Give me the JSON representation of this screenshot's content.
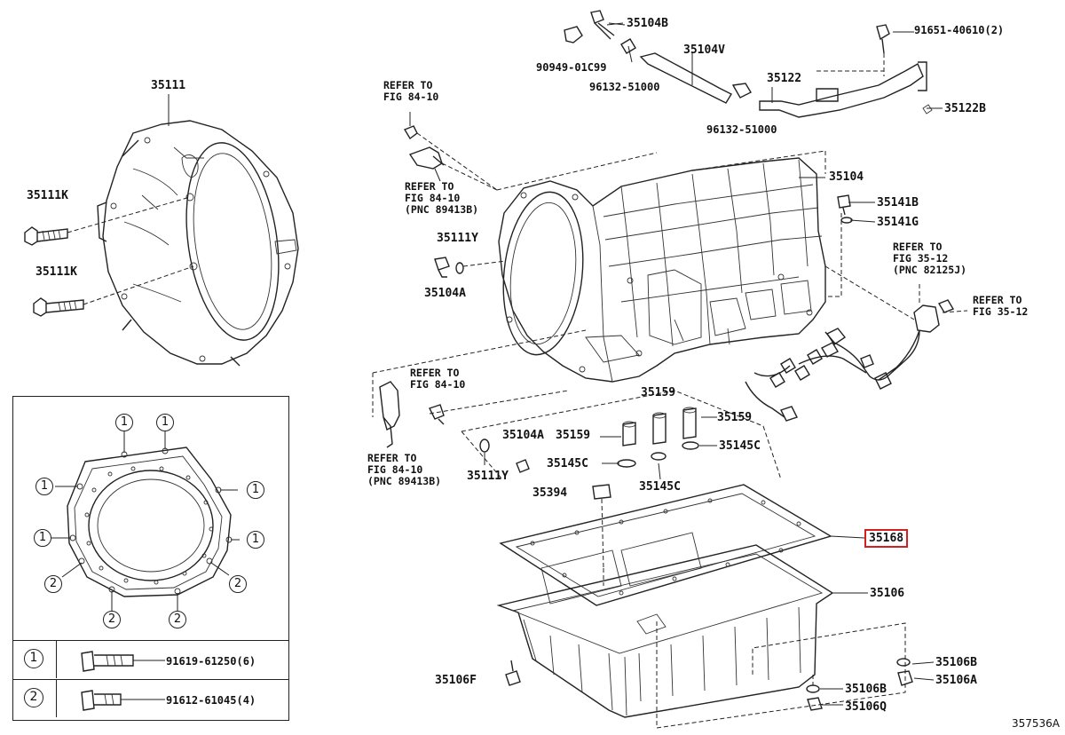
{
  "labels": {
    "p35111": "35111",
    "p35111k_a": "35111K",
    "p35111k_b": "35111K",
    "p35104b": "35104B",
    "p90949": "90949-01C99",
    "p96132_a": "96132-51000",
    "p35104v": "35104V",
    "p96132_b": "96132-51000",
    "p35122": "35122",
    "p91651": "91651-40610(2)",
    "p35122b": "35122B",
    "p35104": "35104",
    "p35141b": "35141B",
    "p35141g": "35141G",
    "p35111y_a": "35111Y",
    "p35104a_a": "35104A",
    "p35159_a": "35159",
    "p35159_b": "35159",
    "p35159_c": "35159",
    "p35104a_b": "35104A",
    "p35145c_a": "35145C",
    "p35145c_b": "35145C",
    "p35145c_c": "35145C",
    "p35111y_b": "35111Y",
    "p35394": "35394",
    "p35168": "35168",
    "p35106": "35106",
    "p35106f": "35106F",
    "p35106b_a": "35106B",
    "p35106a": "35106A",
    "p35106b_b": "35106B",
    "p35106q": "35106Q"
  },
  "refs": {
    "r1": [
      "REFER TO",
      "FIG 84-10"
    ],
    "r2": [
      "REFER TO",
      "FIG 84-10",
      "(PNC 89413B)"
    ],
    "r3": [
      "REFER TO",
      "FIG 35-12",
      "(PNC 82125J)"
    ],
    "r4": [
      "REFER TO",
      "FIG 35-12"
    ],
    "r5": [
      "REFER TO",
      "FIG 84-10"
    ],
    "r6": [
      "REFER TO",
      "FIG 84-10",
      "(PNC 89413B)"
    ]
  },
  "legend": {
    "marker_1": "1",
    "marker_2": "2",
    "row1_part": "91619-61250(6)",
    "row2_part": "91612-61045(4)"
  },
  "diagram_code": "357536A",
  "highlight_color": "#d21f1f"
}
